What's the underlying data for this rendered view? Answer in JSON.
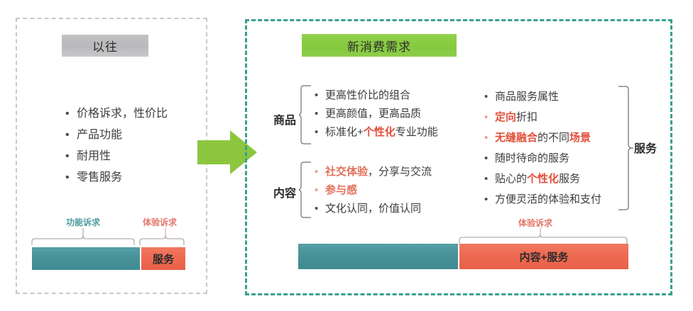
{
  "panels": {
    "old": {
      "title": "以往",
      "bullets": [
        "价格诉求，性价比",
        "产品功能",
        "耐用性",
        "零售服务"
      ],
      "captions": {
        "functional": "功能诉求",
        "experience": "体验诉求"
      },
      "bars": {
        "teal_label": "",
        "coral_label": "服务"
      }
    },
    "new": {
      "title": "新消费需求",
      "groups": [
        {
          "label": "商品",
          "bullets": [
            {
              "segments": [
                {
                  "text": "更高性价比的组合",
                  "style": "normal"
                }
              ],
              "bullet_style": "normal"
            },
            {
              "segments": [
                {
                  "text": "更高颜值，更高品质",
                  "style": "normal"
                }
              ],
              "bullet_style": "normal"
            },
            {
              "segments": [
                {
                  "text": "标准化+",
                  "style": "normal"
                },
                {
                  "text": "个性化",
                  "style": "highlight"
                },
                {
                  "text": "专业功能",
                  "style": "normal"
                }
              ],
              "bullet_style": "normal"
            }
          ]
        },
        {
          "label": "内容",
          "bullets": [
            {
              "segments": [
                {
                  "text": "社交体验",
                  "style": "highlight-soft"
                },
                {
                  "text": "，分享与交流",
                  "style": "normal"
                }
              ],
              "bullet_style": "red"
            },
            {
              "segments": [
                {
                  "text": "参与感",
                  "style": "highlight-soft"
                }
              ],
              "bullet_style": "red"
            },
            {
              "segments": [
                {
                  "text": "文化认同，价值认同",
                  "style": "normal"
                }
              ],
              "bullet_style": "normal"
            }
          ]
        },
        {
          "label": "服务",
          "bullets": [
            {
              "segments": [
                {
                  "text": "商品服务属性",
                  "style": "normal"
                }
              ],
              "bullet_style": "normal"
            },
            {
              "segments": [
                {
                  "text": "定向",
                  "style": "highlight"
                },
                {
                  "text": "折扣",
                  "style": "normal"
                }
              ],
              "bullet_style": "red"
            },
            {
              "segments": [
                {
                  "text": "无缝融合",
                  "style": "highlight"
                },
                {
                  "text": "的不同",
                  "style": "normal"
                },
                {
                  "text": "场景",
                  "style": "highlight"
                }
              ],
              "bullet_style": "red"
            },
            {
              "segments": [
                {
                  "text": "随时待命的服务",
                  "style": "normal"
                }
              ],
              "bullet_style": "normal"
            },
            {
              "segments": [
                {
                  "text": "贴心的",
                  "style": "normal"
                },
                {
                  "text": "个性化",
                  "style": "highlight"
                },
                {
                  "text": "服务",
                  "style": "normal"
                }
              ],
              "bullet_style": "normal"
            },
            {
              "segments": [
                {
                  "text": "方便灵活的体验和支付",
                  "style": "normal"
                }
              ],
              "bullet_style": "normal"
            }
          ]
        }
      ],
      "captions": {
        "experience": "体验诉求"
      },
      "bars": {
        "teal_label": "",
        "coral_label": "内容+服务"
      }
    }
  },
  "arrow": {
    "name": "right-arrow"
  },
  "colors": {
    "teal": "#49939a",
    "coral": "#ee6a52",
    "green": "#84c93f",
    "gray": "#bfbfc2",
    "highlight_red": "#e2503b",
    "highlight_soft": "#e2705c",
    "dashed_new": "#3aa08f",
    "dashed_old": "#c9c9cc"
  }
}
